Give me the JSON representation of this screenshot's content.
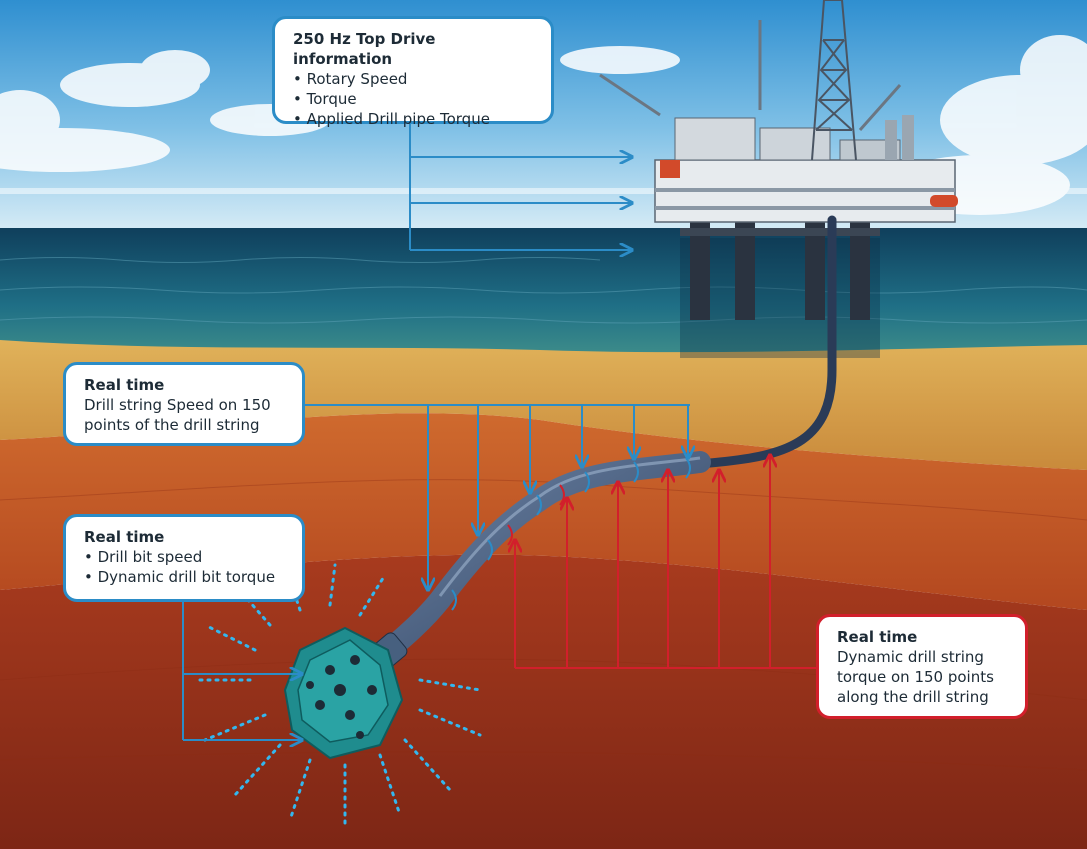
{
  "callouts": {
    "top_drive": {
      "title": "250 Hz Top Drive information",
      "items": [
        "Rotary Speed",
        "Torque",
        "Applied Drill pipe Torque"
      ]
    },
    "drill_string_speed": {
      "title": "Real time",
      "body": "Drill string Speed on 150 points of the drill string"
    },
    "drill_bit": {
      "title": "Real time",
      "items": [
        "Drill bit speed",
        "Dynamic drill bit torque"
      ]
    },
    "drill_string_torque": {
      "title": "Real time",
      "body": "Dynamic drill string torque on 150 points along the drill string"
    }
  },
  "colors": {
    "measurement_blue": "#2b8cc7",
    "torque_red": "#d21f2b",
    "drill_bit_teal": "#1f8c8e",
    "sea": "#1b5a78",
    "sky": "#cfe7f4"
  }
}
